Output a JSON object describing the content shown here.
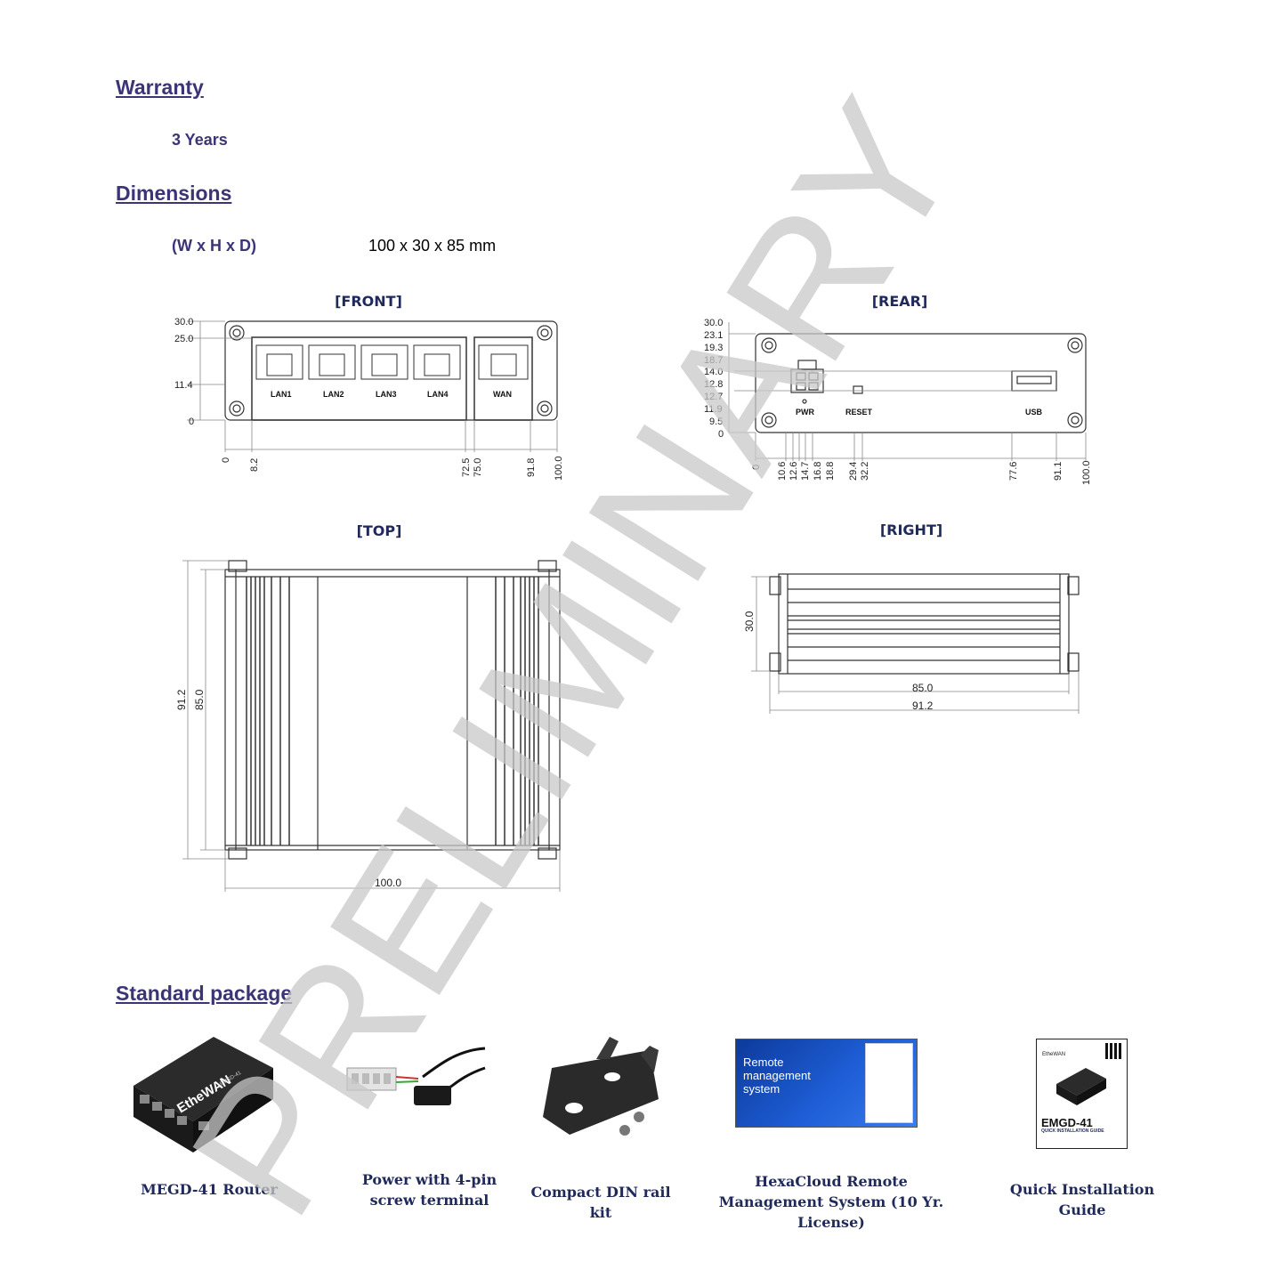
{
  "warranty": {
    "title": "Warranty",
    "value": "3 Years"
  },
  "dimensions": {
    "title": "Dimensions",
    "label": "(W x H x D)",
    "value": "100 x 30 x 85 mm"
  },
  "views": {
    "front": {
      "label": "[FRONT]",
      "ports": [
        "LAN1",
        "LAN2",
        "LAN3",
        "LAN4",
        "WAN"
      ],
      "y_dims": [
        "30.0",
        "25.0",
        "11.4",
        "0"
      ],
      "x_dims": [
        "0",
        "8.2",
        "72.5",
        "75.0",
        "91.8",
        "100.0"
      ]
    },
    "rear": {
      "label": "[REAR]",
      "ports": [
        "PWR",
        "RESET",
        "USB"
      ],
      "y_dims": [
        "30.0",
        "23.1",
        "19.3",
        "18.7",
        "14.0",
        "12.8",
        "12.7",
        "11.9",
        "9.5",
        "0"
      ],
      "x_dims": [
        "0",
        "10.6",
        "12.6",
        "14.7",
        "16.8",
        "18.8",
        "29.4",
        "32.2",
        "77.6",
        "91.1",
        "100.0"
      ]
    },
    "top": {
      "label": "[TOP]",
      "dims": [
        "91.2",
        "85.0",
        "100.0"
      ]
    },
    "right": {
      "label": "[RIGHT]",
      "dims": [
        "30.0",
        "85.0",
        "91.2"
      ]
    }
  },
  "watermark": "PRELIMINARY",
  "package": {
    "title": "Standard package",
    "items": [
      {
        "caption": "MEGD-41 Router",
        "brand": "EtheWAN",
        "model": "EMGD-41"
      },
      {
        "caption": "Power with 4-pin screw terminal"
      },
      {
        "caption": "Compact DIN rail kit"
      },
      {
        "caption": "HexaCloud Remote Management System (10 Yr. License)",
        "card_text": "Remote management system"
      },
      {
        "caption": "Quick Installation Guide",
        "brand": "EtheWAN",
        "title": "EMGD-41",
        "subtitle": "QUICK INSTALLATION GUIDE"
      }
    ]
  },
  "colors": {
    "heading": "#3b3577",
    "caption": "#1f2a5a",
    "watermark": "#d0d0d0"
  }
}
